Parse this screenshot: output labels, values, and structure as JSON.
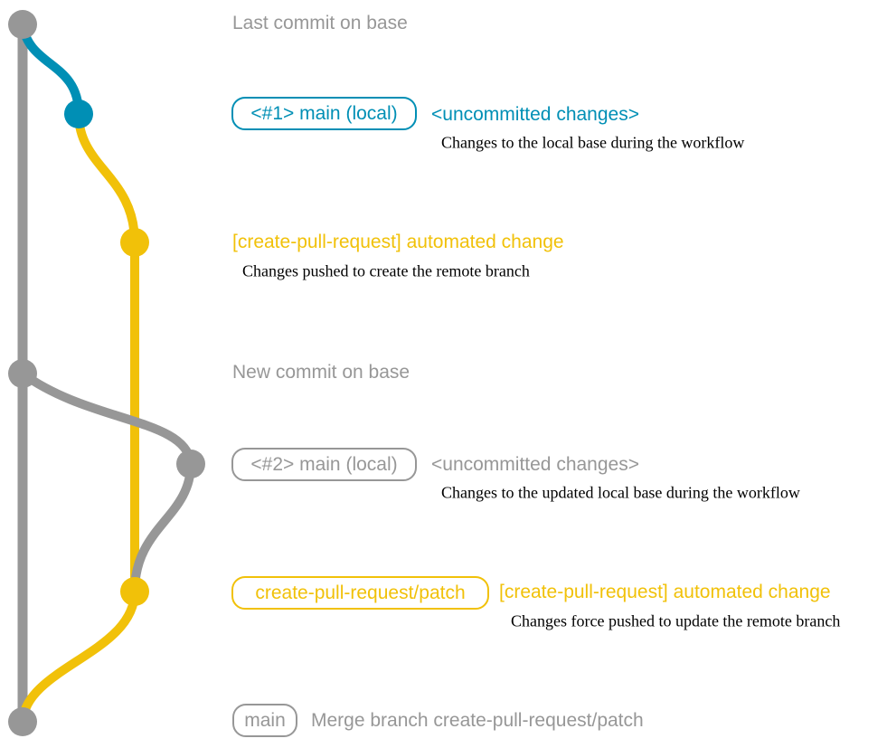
{
  "colors": {
    "gray": "#979797",
    "blue": "#008fb5",
    "yellow": "#f1c109",
    "description_text": "#000000",
    "background": "#ffffff"
  },
  "captions": {
    "last_commit_on_base": "Last commit on base",
    "new_commit_on_base": "New commit on base"
  },
  "entries": {
    "local_main_1": {
      "branch_label": "<#1> main (local)",
      "message": "<uncommitted changes>",
      "description": "Changes to the local base during the workflow"
    },
    "automated_change_1": {
      "message": "[create-pull-request] automated change",
      "description": "Changes pushed to create the remote branch"
    },
    "local_main_2": {
      "branch_label": "<#2> main (local)",
      "message": "<uncommitted changes>",
      "description": "Changes to the updated local base during the workflow"
    },
    "automated_change_2": {
      "branch_label": "create-pull-request/patch",
      "message": "[create-pull-request] automated change",
      "description": "Changes force pushed to update the remote branch"
    },
    "merge_commit": {
      "branch_label": "main",
      "message": "Merge branch create-pull-request/patch"
    }
  }
}
